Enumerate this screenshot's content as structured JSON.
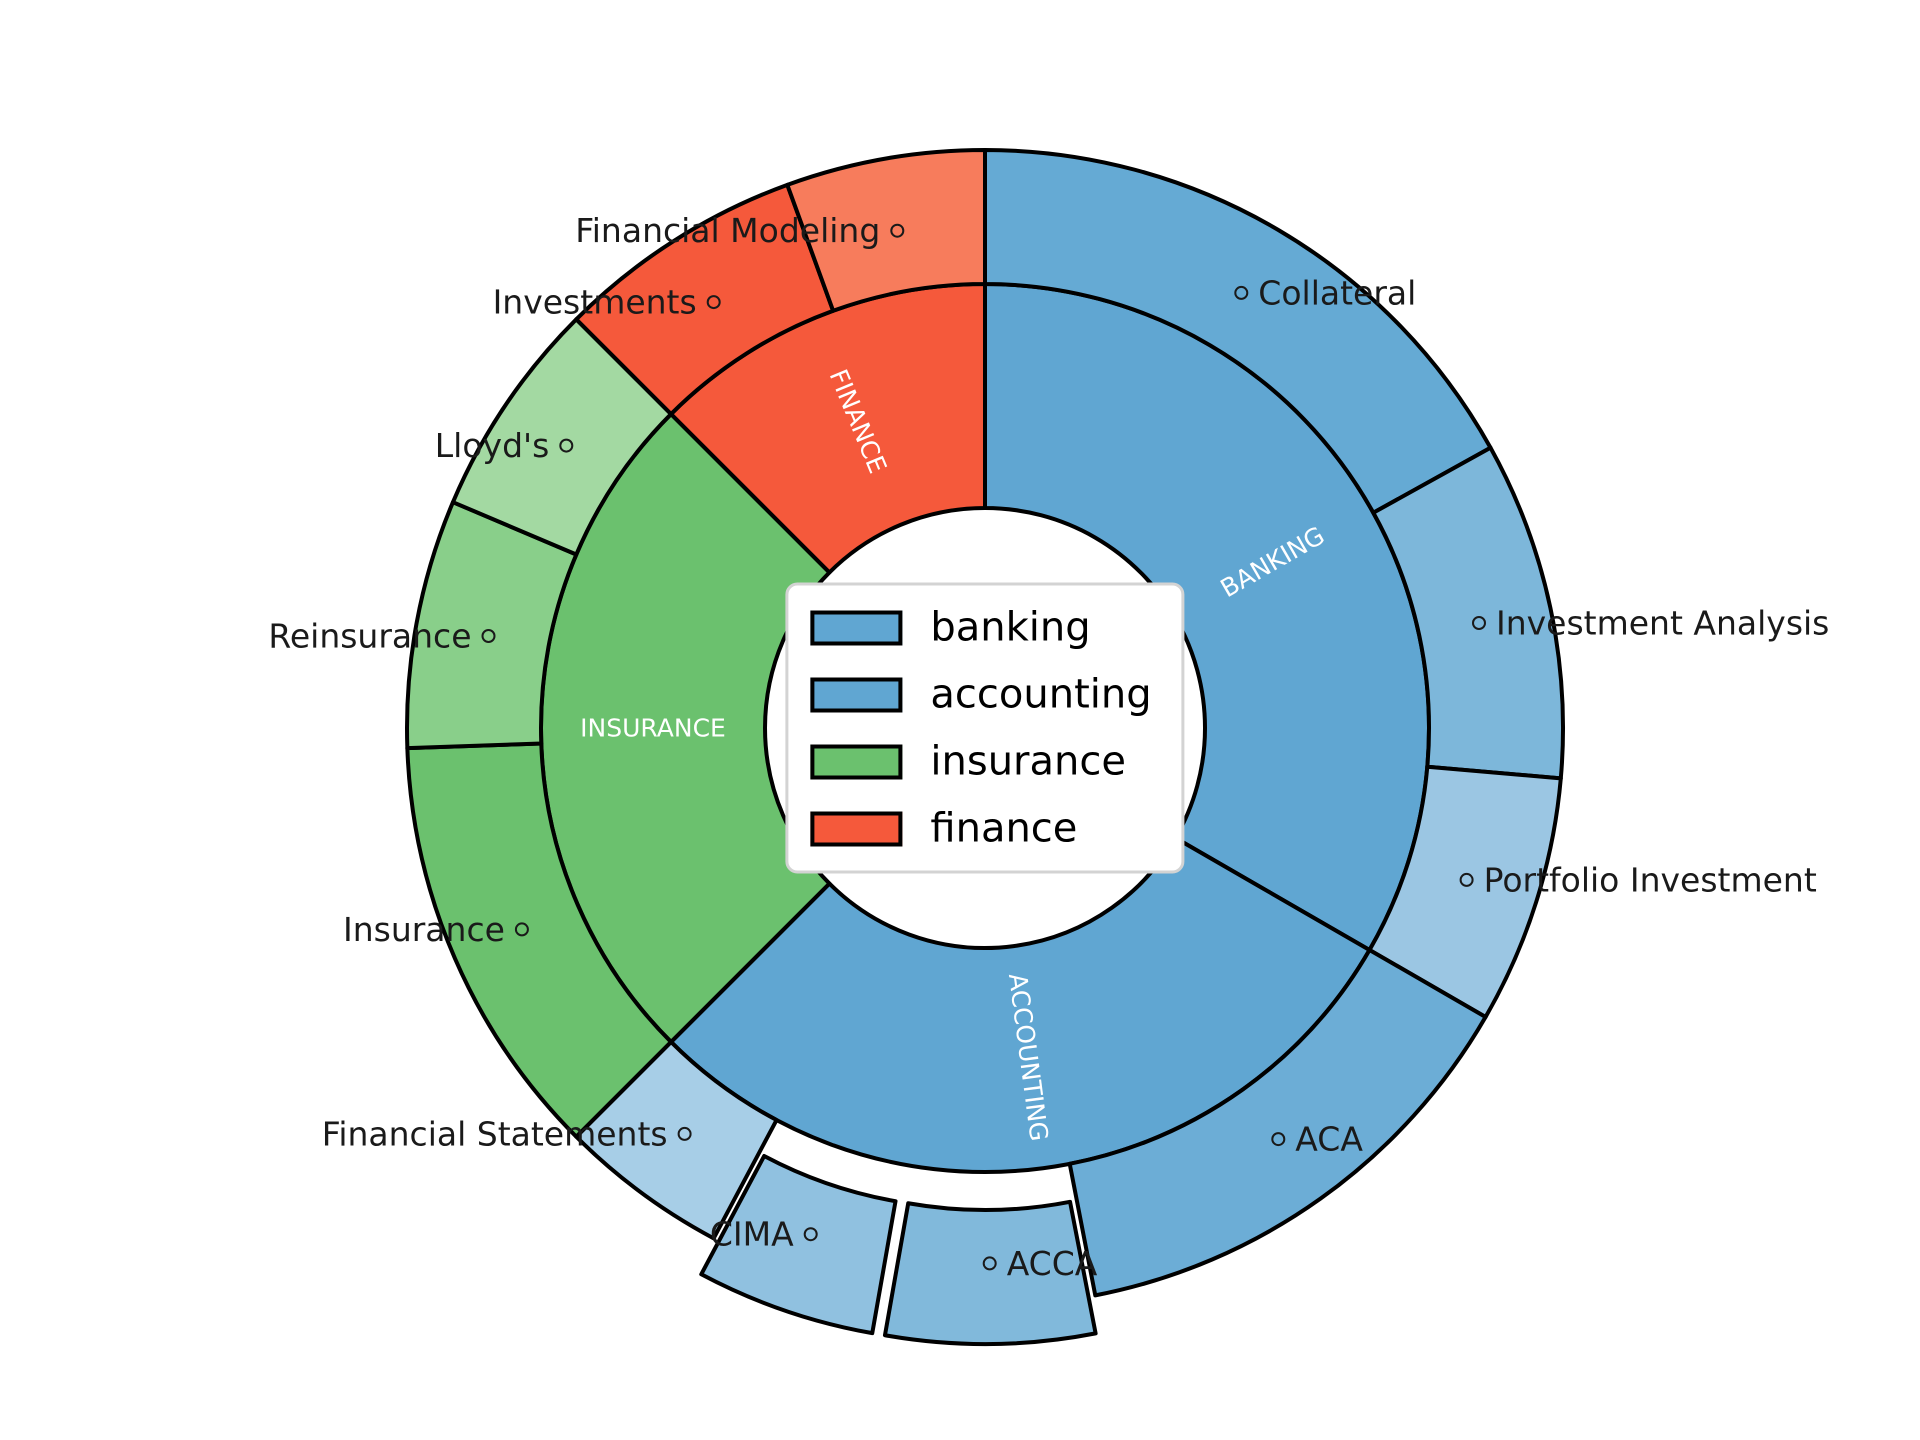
{
  "chart_data": {
    "type": "sunburst",
    "angle_unit": "degrees_clockwise_from_top",
    "background": "#ffffff",
    "edge_color": "#000000",
    "inner_label_color": "#ffffff",
    "outer_label_color": "#1a1a1a",
    "categories": [
      {
        "name": "banking",
        "ring_label": "BANKING",
        "color": "#60a6d2",
        "start_deg": 0,
        "end_deg": 120,
        "children": [
          {
            "name": "Collateral",
            "start_deg": 0,
            "end_deg": 61,
            "color": "#65aad4",
            "exploded": false
          },
          {
            "name": "Investment Analysis",
            "start_deg": 61,
            "end_deg": 95,
            "color": "#7db7da",
            "exploded": false
          },
          {
            "name": "Portfolio Investment",
            "start_deg": 95,
            "end_deg": 120,
            "color": "#9bc6e3",
            "exploded": false
          }
        ]
      },
      {
        "name": "accounting",
        "ring_label": "ACCOUNTING",
        "color": "#60a6d2",
        "start_deg": 120,
        "end_deg": 225,
        "children": [
          {
            "name": "ACA",
            "start_deg": 120,
            "end_deg": 169,
            "color": "#6cadd6",
            "exploded": false
          },
          {
            "name": "ACCA",
            "start_deg": 169,
            "end_deg": 190,
            "color": "#81b9db",
            "exploded": true
          },
          {
            "name": "CIMA",
            "start_deg": 190,
            "end_deg": 208,
            "color": "#90c1e0",
            "exploded": true
          },
          {
            "name": "Financial Statements",
            "start_deg": 208,
            "end_deg": 225,
            "color": "#a7cee7",
            "exploded": false
          }
        ]
      },
      {
        "name": "insurance",
        "ring_label": "INSURANCE",
        "color": "#6bc16e",
        "start_deg": 225,
        "end_deg": 315,
        "children": [
          {
            "name": "Insurance",
            "start_deg": 225,
            "end_deg": 268,
            "color": "#6bc16e",
            "exploded": false
          },
          {
            "name": "Reinsurance",
            "start_deg": 268,
            "end_deg": 293,
            "color": "#89cf8a",
            "exploded": false
          },
          {
            "name": "Lloyd's",
            "start_deg": 293,
            "end_deg": 315,
            "color": "#a3d9a2",
            "exploded": false
          }
        ]
      },
      {
        "name": "finance",
        "ring_label": "FINANCE",
        "color": "#f5593b",
        "start_deg": 315,
        "end_deg": 360,
        "children": [
          {
            "name": "Investments",
            "start_deg": 315,
            "end_deg": 340,
            "color": "#f5593b",
            "exploded": false
          },
          {
            "name": "Financial Modeling",
            "start_deg": 340,
            "end_deg": 360,
            "color": "#f77c5c",
            "exploded": false
          }
        ]
      }
    ],
    "legend": {
      "entries": [
        {
          "label": "banking",
          "color": "#60a6d2"
        },
        {
          "label": "accounting",
          "color": "#60a6d2"
        },
        {
          "label": "insurance",
          "color": "#6bc16e"
        },
        {
          "label": "finance",
          "color": "#f5593b"
        }
      ]
    }
  }
}
